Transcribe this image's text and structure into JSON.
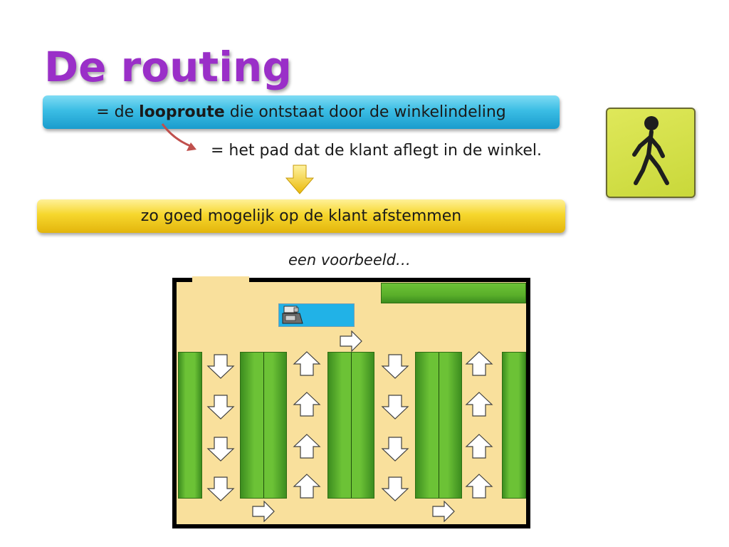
{
  "title": "De routing",
  "definition": {
    "prefix": "= de ",
    "term": "looproute",
    "suffix": " die ontstaat door de winkelindeling"
  },
  "explanation": "= het pad dat de klant aflegt in de winkel.",
  "conclusion": "zo goed mogelijk op de klant afstemmen",
  "example_label": "een voorbeeld…",
  "icons": {
    "walker": "walking-person-icon",
    "connector": "curved-arrow-icon",
    "down": "yellow-down-arrow-icon",
    "register": "cash-register-icon"
  },
  "colors": {
    "title": "#9a2fc8",
    "definition_bar": "#3bbde4",
    "conclusion_bar": "#f6d72d",
    "shelf": "#6cc236",
    "floor": "#f9e09c",
    "checkout": "#21b2e7",
    "walker_bg": "#d6e14a"
  },
  "floor_plan": {
    "checkout": "kassa",
    "arrow_directions": {
      "column_1": "down",
      "column_2": "up",
      "column_3": "down",
      "column_4": "up",
      "bottom": "right",
      "top_near_checkout": "right"
    }
  }
}
